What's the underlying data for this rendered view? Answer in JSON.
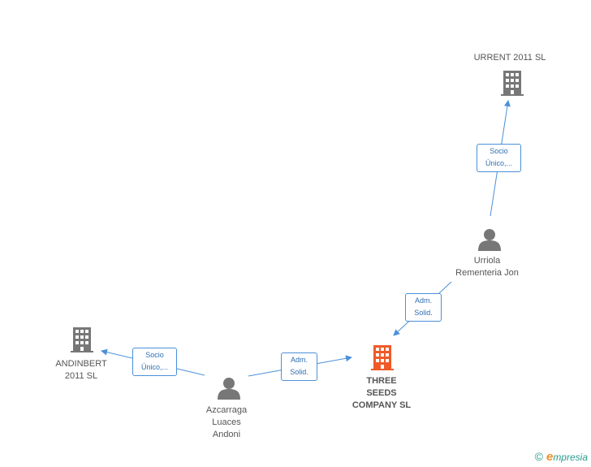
{
  "nodes": {
    "urrent": {
      "label": "URRENT 2011 SL",
      "type": "company",
      "icon": "building-icon",
      "color": "#777777"
    },
    "urriola": {
      "label": "Urriola\nRementeria Jon",
      "type": "person",
      "icon": "person-icon",
      "color": "#777777"
    },
    "three_seeds": {
      "label": "THREE\nSEEDS\nCOMPANY SL",
      "type": "company",
      "icon": "building-icon",
      "color": "#f05a28"
    },
    "andinbert": {
      "label": "ANDINBERT\n2011 SL",
      "type": "company",
      "icon": "building-icon",
      "color": "#777777"
    },
    "azcarraga": {
      "label": "Azcarraga\nLuaces\nAndoni",
      "type": "person",
      "icon": "person-icon",
      "color": "#777777"
    }
  },
  "edges": {
    "urriola_urrent": {
      "label": "Socio\nÚnico,..."
    },
    "urriola_three": {
      "label": "Adm.\nSolid."
    },
    "azcarraga_andinbert": {
      "label": "Socio\nÚnico,..."
    },
    "azcarraga_three": {
      "label": "Adm.\nSolid."
    }
  },
  "colors": {
    "edge": "#4a90d9",
    "accent": "#f05a28",
    "icon": "#777777"
  },
  "brand": {
    "copyright": "©",
    "e": "e",
    "name": "mpresia"
  }
}
